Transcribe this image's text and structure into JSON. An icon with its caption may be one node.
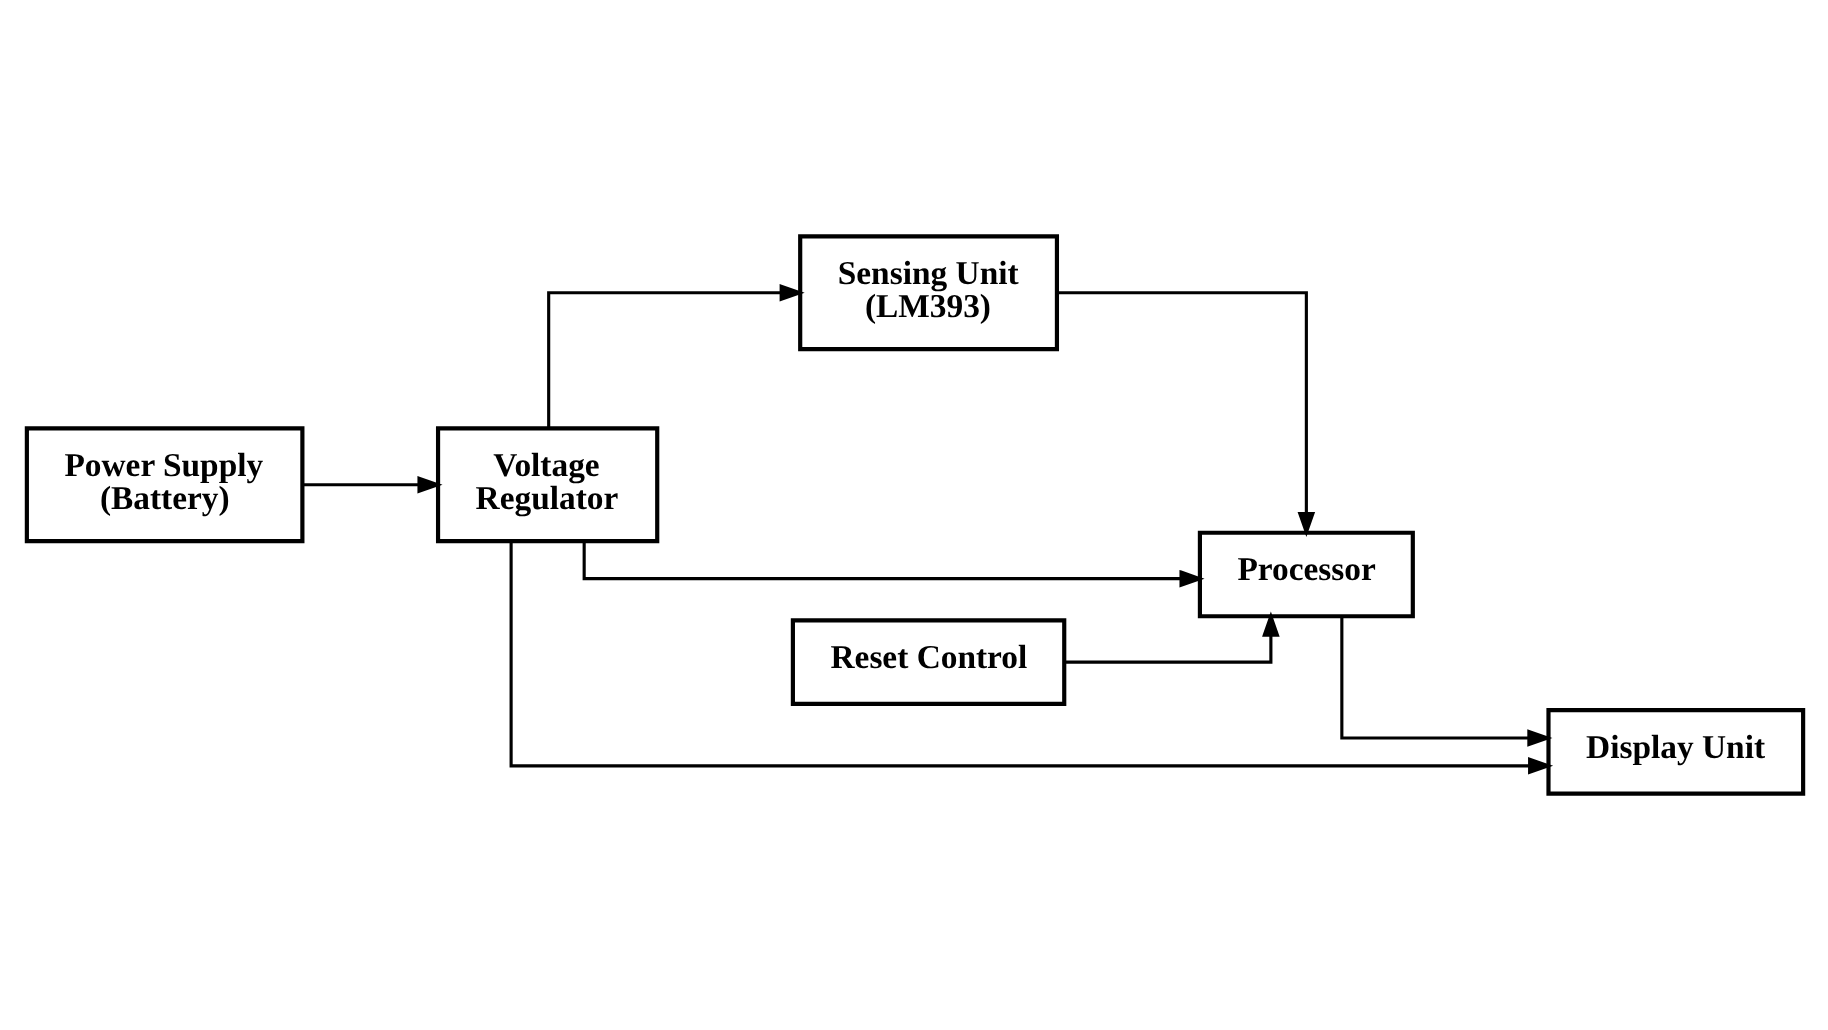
{
  "diagram": {
    "nodes": [
      {
        "text": [
          "Sensing Unit (LM393)"
        ]
      },
      {
        "text": [
          "Voltage Regulator"
        ]
      },
      {
        "text": [
          "Processor"
        ]
      },
      {
        "text": [
          "Reset Control"
        ]
      },
      {
        "text": [
          "Power Supply (Battery)"
        ]
      },
      {
        "text": [
          "Display Unit"
        ]
      }
    ],
    "edges": [
      {
        "from": 4,
        "to": 1,
        "arrow": "to"
      },
      {
        "from": 1,
        "to": 0,
        "arrow": "to"
      },
      {
        "from": 0,
        "to": 2,
        "arrow": "to"
      },
      {
        "from": 1,
        "to": 2,
        "arrow": "to"
      },
      {
        "from": 1,
        "to": 5,
        "arrow": "to"
      },
      {
        "from": 3,
        "to": 2,
        "arrow": "to"
      },
      {
        "from": 2,
        "to": 5,
        "arrow": "to"
      }
    ]
  }
}
